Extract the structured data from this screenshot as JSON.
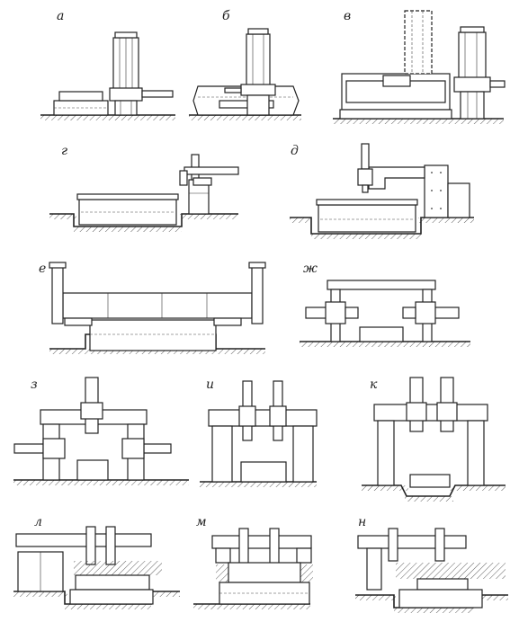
{
  "figure": {
    "panels": [
      {
        "id": "a",
        "label": "а"
      },
      {
        "id": "b",
        "label": "б"
      },
      {
        "id": "v",
        "label": "в"
      },
      {
        "id": "g",
        "label": "г"
      },
      {
        "id": "d",
        "label": "д"
      },
      {
        "id": "e",
        "label": "е"
      },
      {
        "id": "zh",
        "label": "ж"
      },
      {
        "id": "z",
        "label": "з"
      },
      {
        "id": "i",
        "label": "и"
      },
      {
        "id": "k",
        "label": "к"
      },
      {
        "id": "l",
        "label": "л"
      },
      {
        "id": "m",
        "label": "м"
      },
      {
        "id": "n",
        "label": "н"
      }
    ]
  }
}
